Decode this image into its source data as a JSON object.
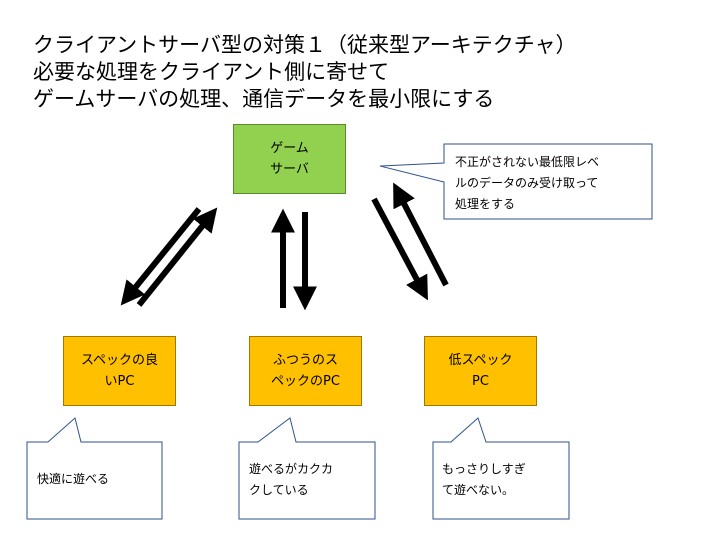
{
  "title": {
    "line1": "クライアントサーバ型の対策１（従来型アーキテクチャ）",
    "line2": "必要な処理をクライアント側に寄せて",
    "line3": "ゲームサーバの処理、通信データを最小限にする"
  },
  "server": {
    "line1": "ゲーム",
    "line2": "サーバ"
  },
  "server_note": {
    "line1": "不正がされない最低限レベ",
    "line2": "ルのデータのみ受け取って",
    "line3": "処理をする"
  },
  "clients": [
    {
      "line1": "スペックの良",
      "line2": "いPC",
      "note_line1": "快適に遊べる",
      "note_line2": ""
    },
    {
      "line1": "ふつうのス",
      "line2": "ペックのPC",
      "note_line1": "遊べるがカクカ",
      "note_line2": "クしている"
    },
    {
      "line1": "低スペック",
      "line2": "PC",
      "note_line1": "もっさりしすぎ",
      "note_line2": "て遊べない。"
    }
  ],
  "colors": {
    "server": "#92d050",
    "client": "#ffc000",
    "arrow": "#000000"
  }
}
